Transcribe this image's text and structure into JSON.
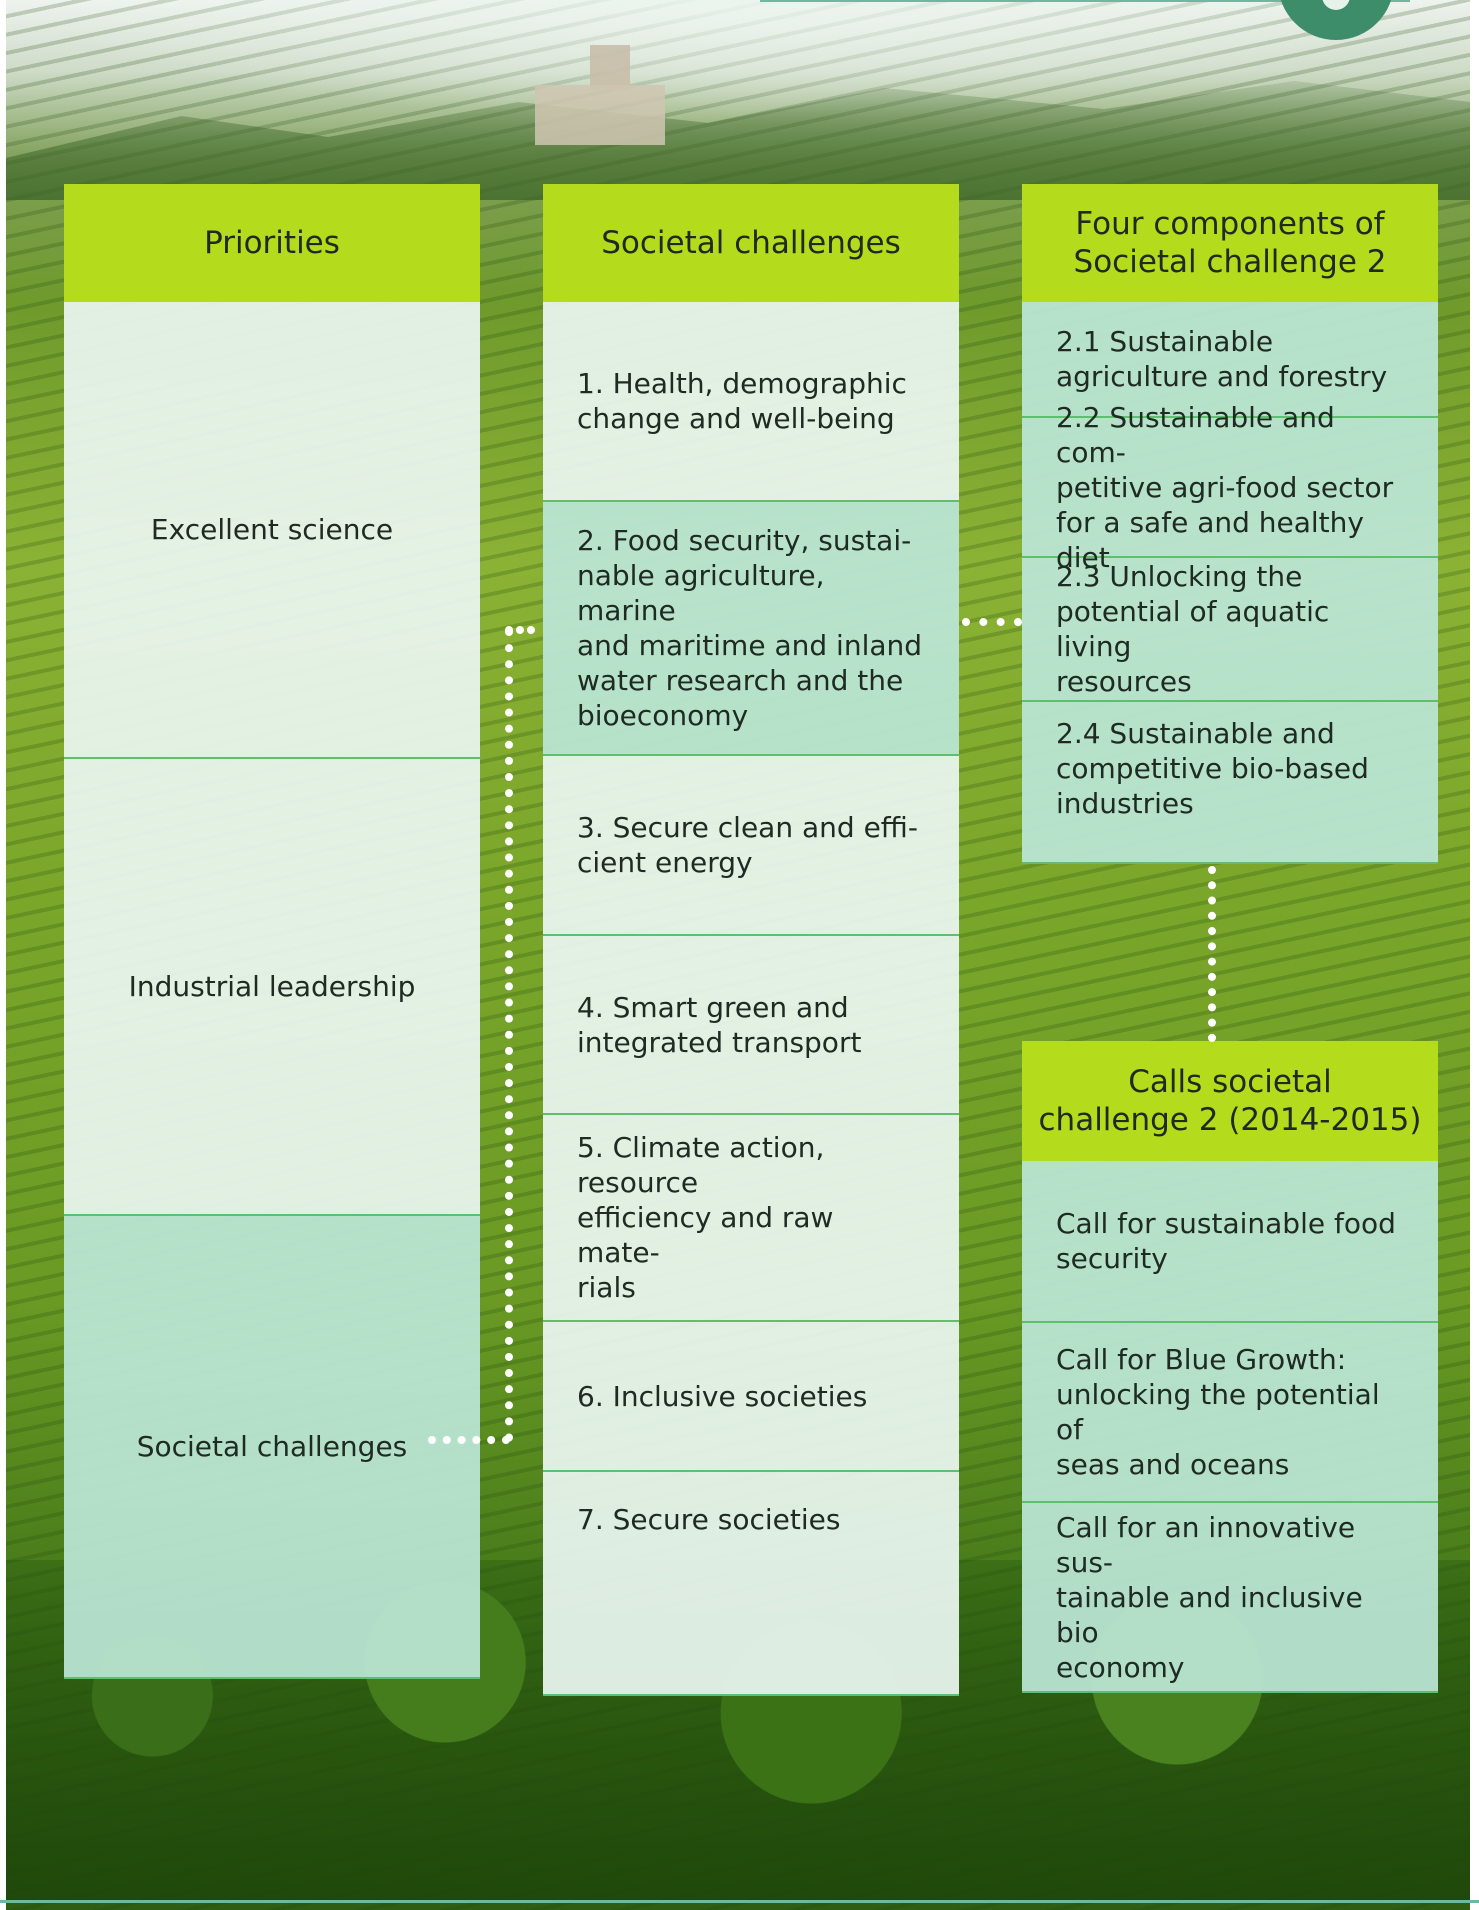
{
  "columns": {
    "priorities": {
      "title": "Priorities",
      "items": [
        "Excellent science",
        "Industrial leadership",
        "Societal challenges"
      ]
    },
    "challenges": {
      "title": "Societal challenges",
      "items": [
        "1. Health, demographic\nchange and well-being",
        "2. Food security, sustai-\nnable agriculture, marine\nand maritime and inland\nwater research and the\nbioeconomy",
        "3. Secure clean and effi-\ncient energy",
        "4. Smart green and\nintegrated transport",
        "5. Climate action, resource\nefficiency and raw mate-\nrials",
        "6. Inclusive societies",
        "7. Secure societies"
      ]
    },
    "components": {
      "title": "Four components of\nSocietal challenge 2",
      "items": [
        "2.1 Sustainable\nagriculture and forestry",
        "2.2 Sustainable and com-\npetitive agri-food sector\nfor a safe and healthy diet",
        "2.3 Unlocking the\npotential of aquatic living\nresources",
        "2.4 Sustainable and\ncompetitive bio-based\nindustries"
      ]
    },
    "calls": {
      "title": "Calls societal\nchallenge 2 (2014-2015)",
      "items": [
        "Call for sustainable food\nsecurity",
        "Call for Blue Growth:\nunlocking the potential of\nseas and oceans",
        "Call for an innovative sus-\ntainable and inclusive bio\neconomy"
      ]
    }
  },
  "colors": {
    "header": "#b5dc1c",
    "cell_light": "#ebf6f1",
    "cell_mint": "#bbe6d6",
    "divider": "#5fbf6f",
    "connector": "#ffffff"
  }
}
